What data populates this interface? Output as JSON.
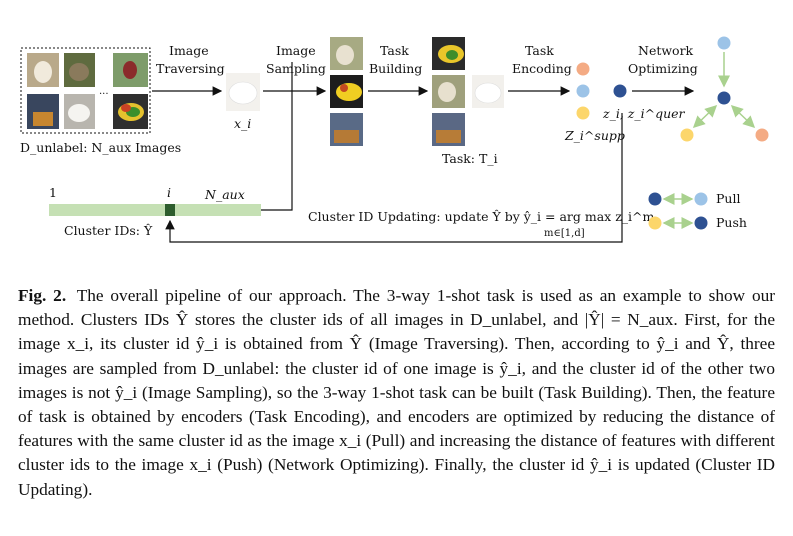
{
  "figure": {
    "steps": {
      "traversing": [
        "Image",
        "Traversing"
      ],
      "sampling": [
        "Image",
        "Sampling"
      ],
      "building": [
        "Task",
        "Building"
      ],
      "encoding": [
        "Task",
        "Encoding"
      ],
      "optimizing": [
        "Network",
        "Optimizing"
      ]
    },
    "dataset_label": "D_unlabel: N_aux Images",
    "ellipsis": "...",
    "image_label": "x_i",
    "task_label": "Task: T_i",
    "supp_label": "Z_i^supp",
    "query_label": "z_i, z_i^quer",
    "bar": {
      "start": "1",
      "index": "i",
      "end": "N_aux",
      "caption": "Cluster IDs: Ŷ"
    },
    "update_label": "Cluster ID Updating: update Ŷ by ŷ_i = arg max z_i^m",
    "update_sub": "m∈[1,d]",
    "legend": {
      "pull": "Pull",
      "push": "Push"
    },
    "colors": {
      "orange": "#f4ab84",
      "blue": "#9cc3e7",
      "yellow": "#fcd66b",
      "navy": "#2e5192",
      "green": "#a9d18e",
      "bar": "#c5e0b4",
      "bar_mark": "#2e5d2e"
    }
  },
  "caption": {
    "label": "Fig. 2.",
    "text": "The overall pipeline of our approach. The 3-way 1-shot task is used as an example to show our method. Clusters IDs Ŷ stores the cluster ids of all images in D_unlabel, and |Ŷ| = N_aux. First, for the image x_i, its cluster id ŷ_i is obtained from Ŷ (Image Traversing). Then, according to ŷ_i and Ŷ, three images are sampled from D_unlabel: the cluster id of one image is ŷ_i, and the cluster id of the other two images is not ŷ_i (Image Sampling), so the 3-way 1-shot task can be built (Task Building). Then, the feature of task is obtained by encoders (Task Encoding), and encoders are optimized by reducing the distance of features with the same cluster id as the image x_i (Pull) and increasing the distance of features with different cluster ids to the image x_i (Push) (Network Optimizing). Finally, the cluster id ŷ_i is updated (Cluster ID Updating)."
  }
}
